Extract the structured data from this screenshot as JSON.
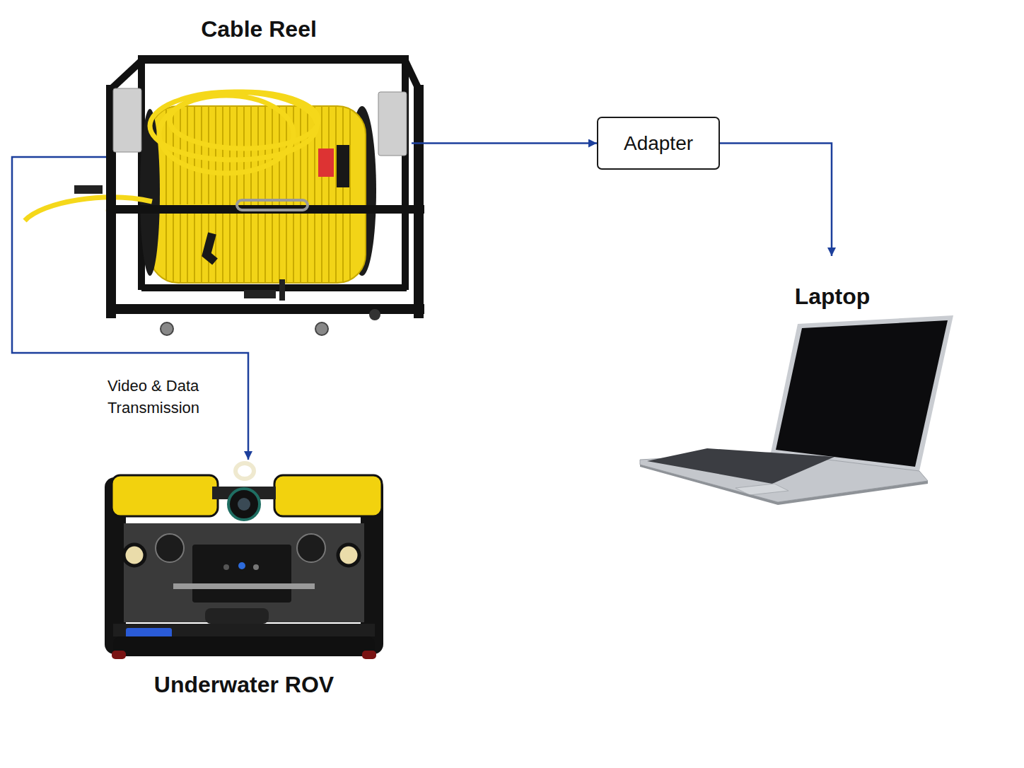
{
  "diagram": {
    "nodes": [
      {
        "text": [
          "Cable Reel"
        ]
      },
      {
        "text": [
          "Adapter"
        ]
      },
      {
        "text": [
          "Laptop"
        ]
      },
      {
        "text": [
          "Underwater ROV"
        ]
      }
    ],
    "edges": [
      {
        "from": 0,
        "to": 1,
        "arrow": "to"
      },
      {
        "from": 1,
        "to": 2,
        "arrow": "to"
      },
      {
        "from": 0,
        "to": 3,
        "arrow": "to",
        "label": "Video & Data Transmission"
      }
    ]
  }
}
